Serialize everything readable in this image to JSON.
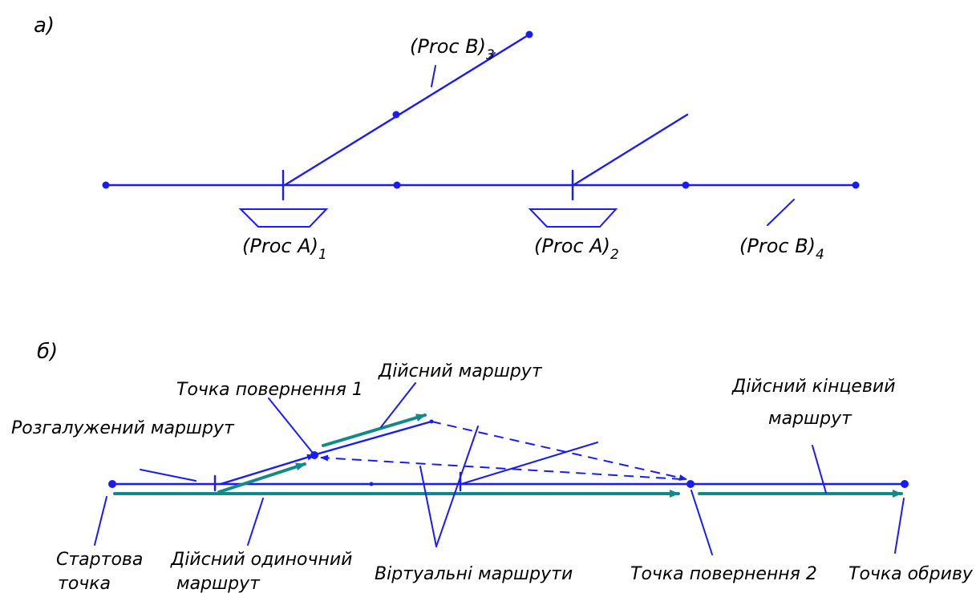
{
  "part_a": {
    "label": "а)",
    "labels": {
      "proc_b3": {
        "base": "(Proc B)",
        "sub": "3"
      },
      "proc_a1": {
        "base": "(Proc A)",
        "sub": "1"
      },
      "proc_a2": {
        "base": "(Proc A)",
        "sub": "2"
      },
      "proc_b4": {
        "base": "(Proc B)",
        "sub": "4"
      }
    }
  },
  "part_b": {
    "label": "б)",
    "labels": {
      "turn_point_1": "Точка повернення 1",
      "actual_route": "Дійсний маршрут",
      "actual_final_route_1": "Дійсний кінцевий",
      "actual_final_route_2": "маршрут",
      "branched_route": "Розгалужений маршрут",
      "start_point_1": "Стартова",
      "start_point_2": "точка",
      "actual_single_route_1": "Дійсний одиночний",
      "actual_single_route_2": "маршрут",
      "virtual_routes": "Віртуальні маршрути",
      "turn_point_2": "Точка повернення 2",
      "break_point": "Точка обриву"
    }
  },
  "colors": {
    "route_line": "#1a1aff",
    "actual_route": "#138a8a",
    "text": "#000000"
  }
}
